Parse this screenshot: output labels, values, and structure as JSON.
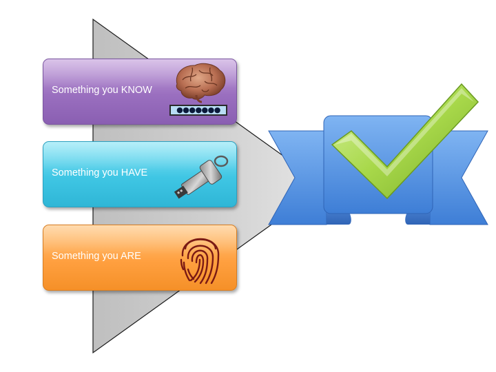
{
  "factors": [
    {
      "label": "Something you KNOW",
      "icon": "brain-icon",
      "extra": "password-field-icon",
      "color": "#9a6fbf"
    },
    {
      "label": "Something you HAVE",
      "icon": "usb-key-icon",
      "color": "#3fc6e4"
    },
    {
      "label": "Something you ARE",
      "icon": "fingerprint-icon",
      "color": "#ffa040"
    }
  ],
  "password_mask": "●●●●●●●",
  "result": {
    "icon": "checkmark-ribbon-icon",
    "ribbon_color": "#5b95e0",
    "check_color": "#a8d84a"
  },
  "funnel": {
    "icon": "funnel-triangle",
    "color": "#cccccc"
  }
}
